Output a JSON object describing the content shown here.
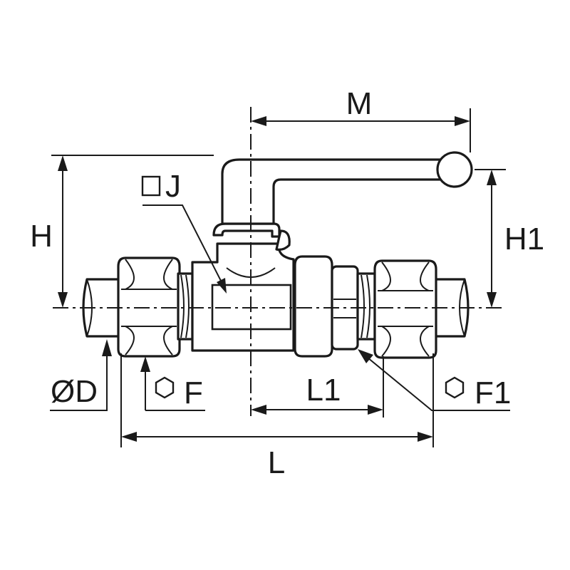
{
  "diagram": {
    "labels": {
      "M": "M",
      "J": "J",
      "H": "H",
      "H1": "H1",
      "D": "ØD",
      "F": "F",
      "L1": "L1",
      "F1": "F1",
      "L": "L"
    },
    "icons": {
      "square": "square-icon",
      "hexagon": "hexagon-icon"
    },
    "colors": {
      "line": "#1a1a1a",
      "background": "#ffffff"
    }
  }
}
